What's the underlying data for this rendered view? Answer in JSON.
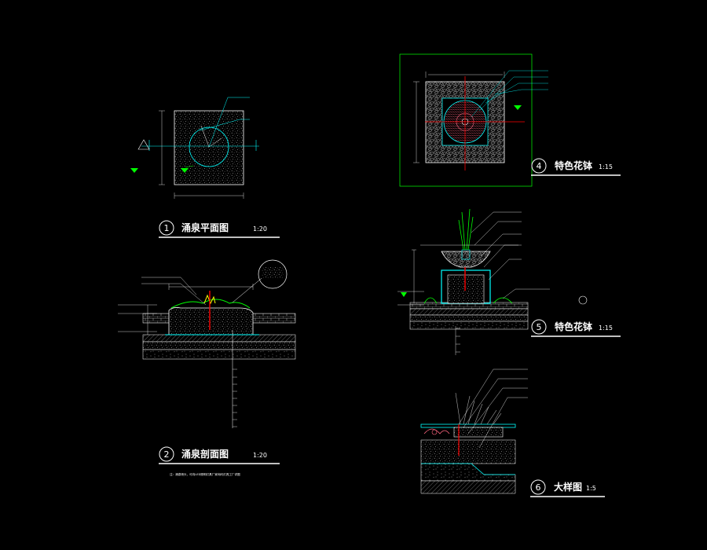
{
  "colors": {
    "background": "#000000",
    "linework": "#ffffff",
    "cyan": "#00ffff",
    "green": "#00ff00",
    "red": "#ff0000",
    "yellow": "#ffff00",
    "magenta_hatch": "#ff6680"
  },
  "views": {
    "plan": {
      "number": "1",
      "title": "涌泉平面图",
      "scale": "1:20"
    },
    "section": {
      "number": "2",
      "title": "涌泉剖面图",
      "scale": "1:20"
    },
    "planter_plan": {
      "number": "4",
      "title": "特色花钵",
      "scale": "1:15"
    },
    "planter_section": {
      "number": "5",
      "title": "特色花钵",
      "scale": "1:15"
    },
    "detail": {
      "number": "6",
      "title": "大样图",
      "scale": "1:5"
    }
  },
  "section_note": "注：涌泉喷头，可向LED照明灯具厂家询问灯具工厂详图"
}
